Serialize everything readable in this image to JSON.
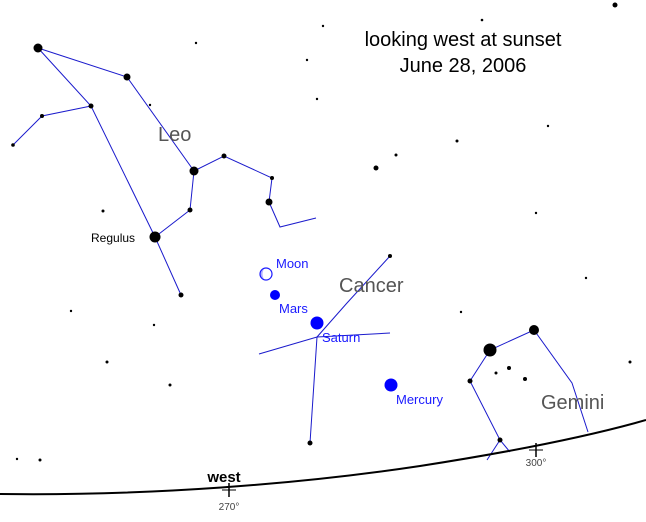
{
  "title": {
    "line1": "looking west at sunset",
    "line2": "June 28, 2006"
  },
  "constellations": {
    "leo": "Leo",
    "cancer": "Cancer",
    "gemini": "Gemini"
  },
  "stars": {
    "regulus": "Regulus"
  },
  "planets": {
    "moon": "Moon",
    "mars": "Mars",
    "saturn": "Saturn",
    "mercury": "Mercury"
  },
  "horizon": {
    "direction": "west",
    "az_270": "270°",
    "az_300": "300°"
  },
  "colors": {
    "constellation_lines": "#1a1acc",
    "planets": "#0000ff",
    "stars": "#000000",
    "horizon": "#000000"
  }
}
